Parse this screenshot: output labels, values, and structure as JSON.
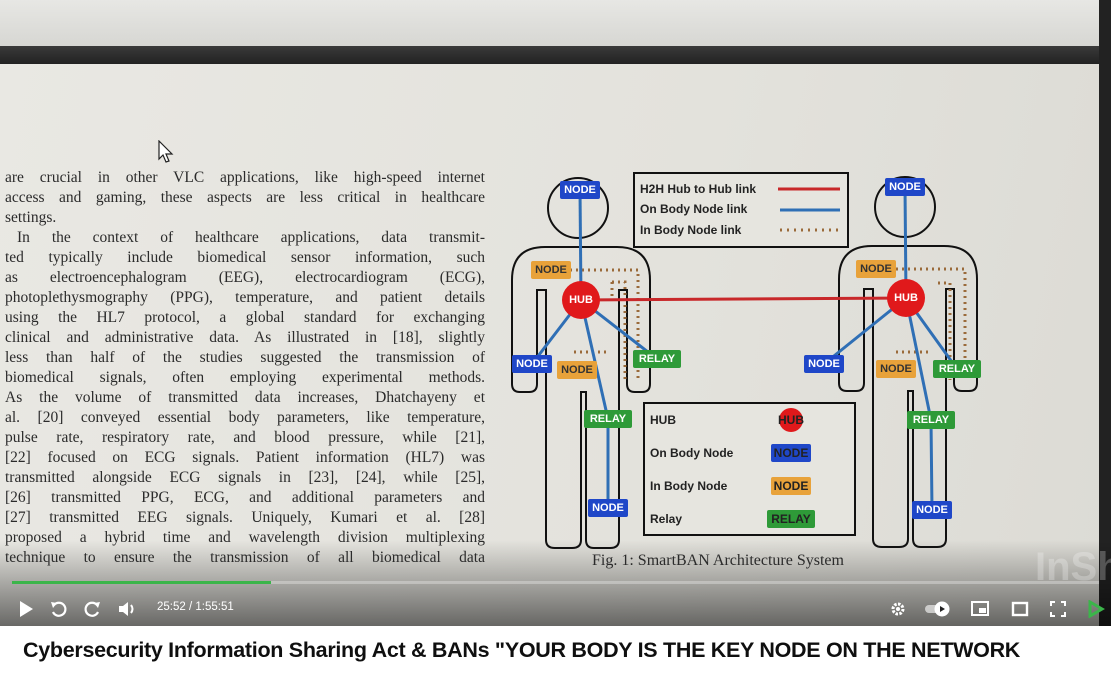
{
  "paper": {
    "lines": [
      "are crucial in other VLC applications, like high-speed internet",
      "access and gaming, these aspects are less critical in healthcare",
      "settings.",
      "In the context of healthcare applications, data transmit-",
      "ted typically include biomedical sensor information, such",
      "as electroencephalogram (EEG), electrocardiogram (ECG),",
      "photoplethysmography (PPG), temperature, and patient details",
      "using the HL7 protocol, a global standard for exchanging",
      "clinical and administrative data. As illustrated in [18], slightly",
      "less than half of the studies suggested the transmission of",
      "biomedical signals, often employing experimental methods.",
      "As the volume of transmitted data increases, Dhatchayeny et",
      "al. [20] conveyed essential body parameters, like temperature,",
      "pulse rate, respiratory rate, and blood pressure, while [21],",
      "[22] focused on ECG signals. Patient information (HL7) was",
      "transmitted alongside ECG signals in [23], [24], while [25],",
      "[26] transmitted PPG, ECG, and additional parameters and",
      "[27] transmitted EEG signals. Uniquely, Kumari et al. [28]",
      "proposed a hybrid time and wavelength division multiplexing",
      "technique to ensure the transmission of all biomedical data"
    ]
  },
  "figure": {
    "caption": "Fig. 1: SmartBAN Architecture System",
    "link_legend": [
      "H2H Hub to Hub link",
      "On Body Node link",
      "In Body Node link"
    ],
    "node_legend": [
      "HUB",
      "On Body Node",
      "In Body Node",
      "Relay"
    ],
    "labels": {
      "hub": "HUB",
      "node": "NODE",
      "relay": "RELAY"
    },
    "colors": {
      "hub": "#e0191b",
      "on_body": "#1f47c8",
      "in_body": "#e8a23a",
      "relay": "#2e9a38",
      "h2h_link": "#c8282a",
      "on_body_link": "#2f6fb5",
      "in_body_link": "#9a6a3a"
    }
  },
  "player": {
    "time": "25:52 / 1:55:51",
    "progress_percent": 23.8,
    "progress_color": "#3bb54a",
    "watermark": "InShO"
  },
  "video_title": "Cybersecurity Information Sharing Act & BANs \"YOUR BODY IS THE KEY NODE ON THE NETWORK"
}
